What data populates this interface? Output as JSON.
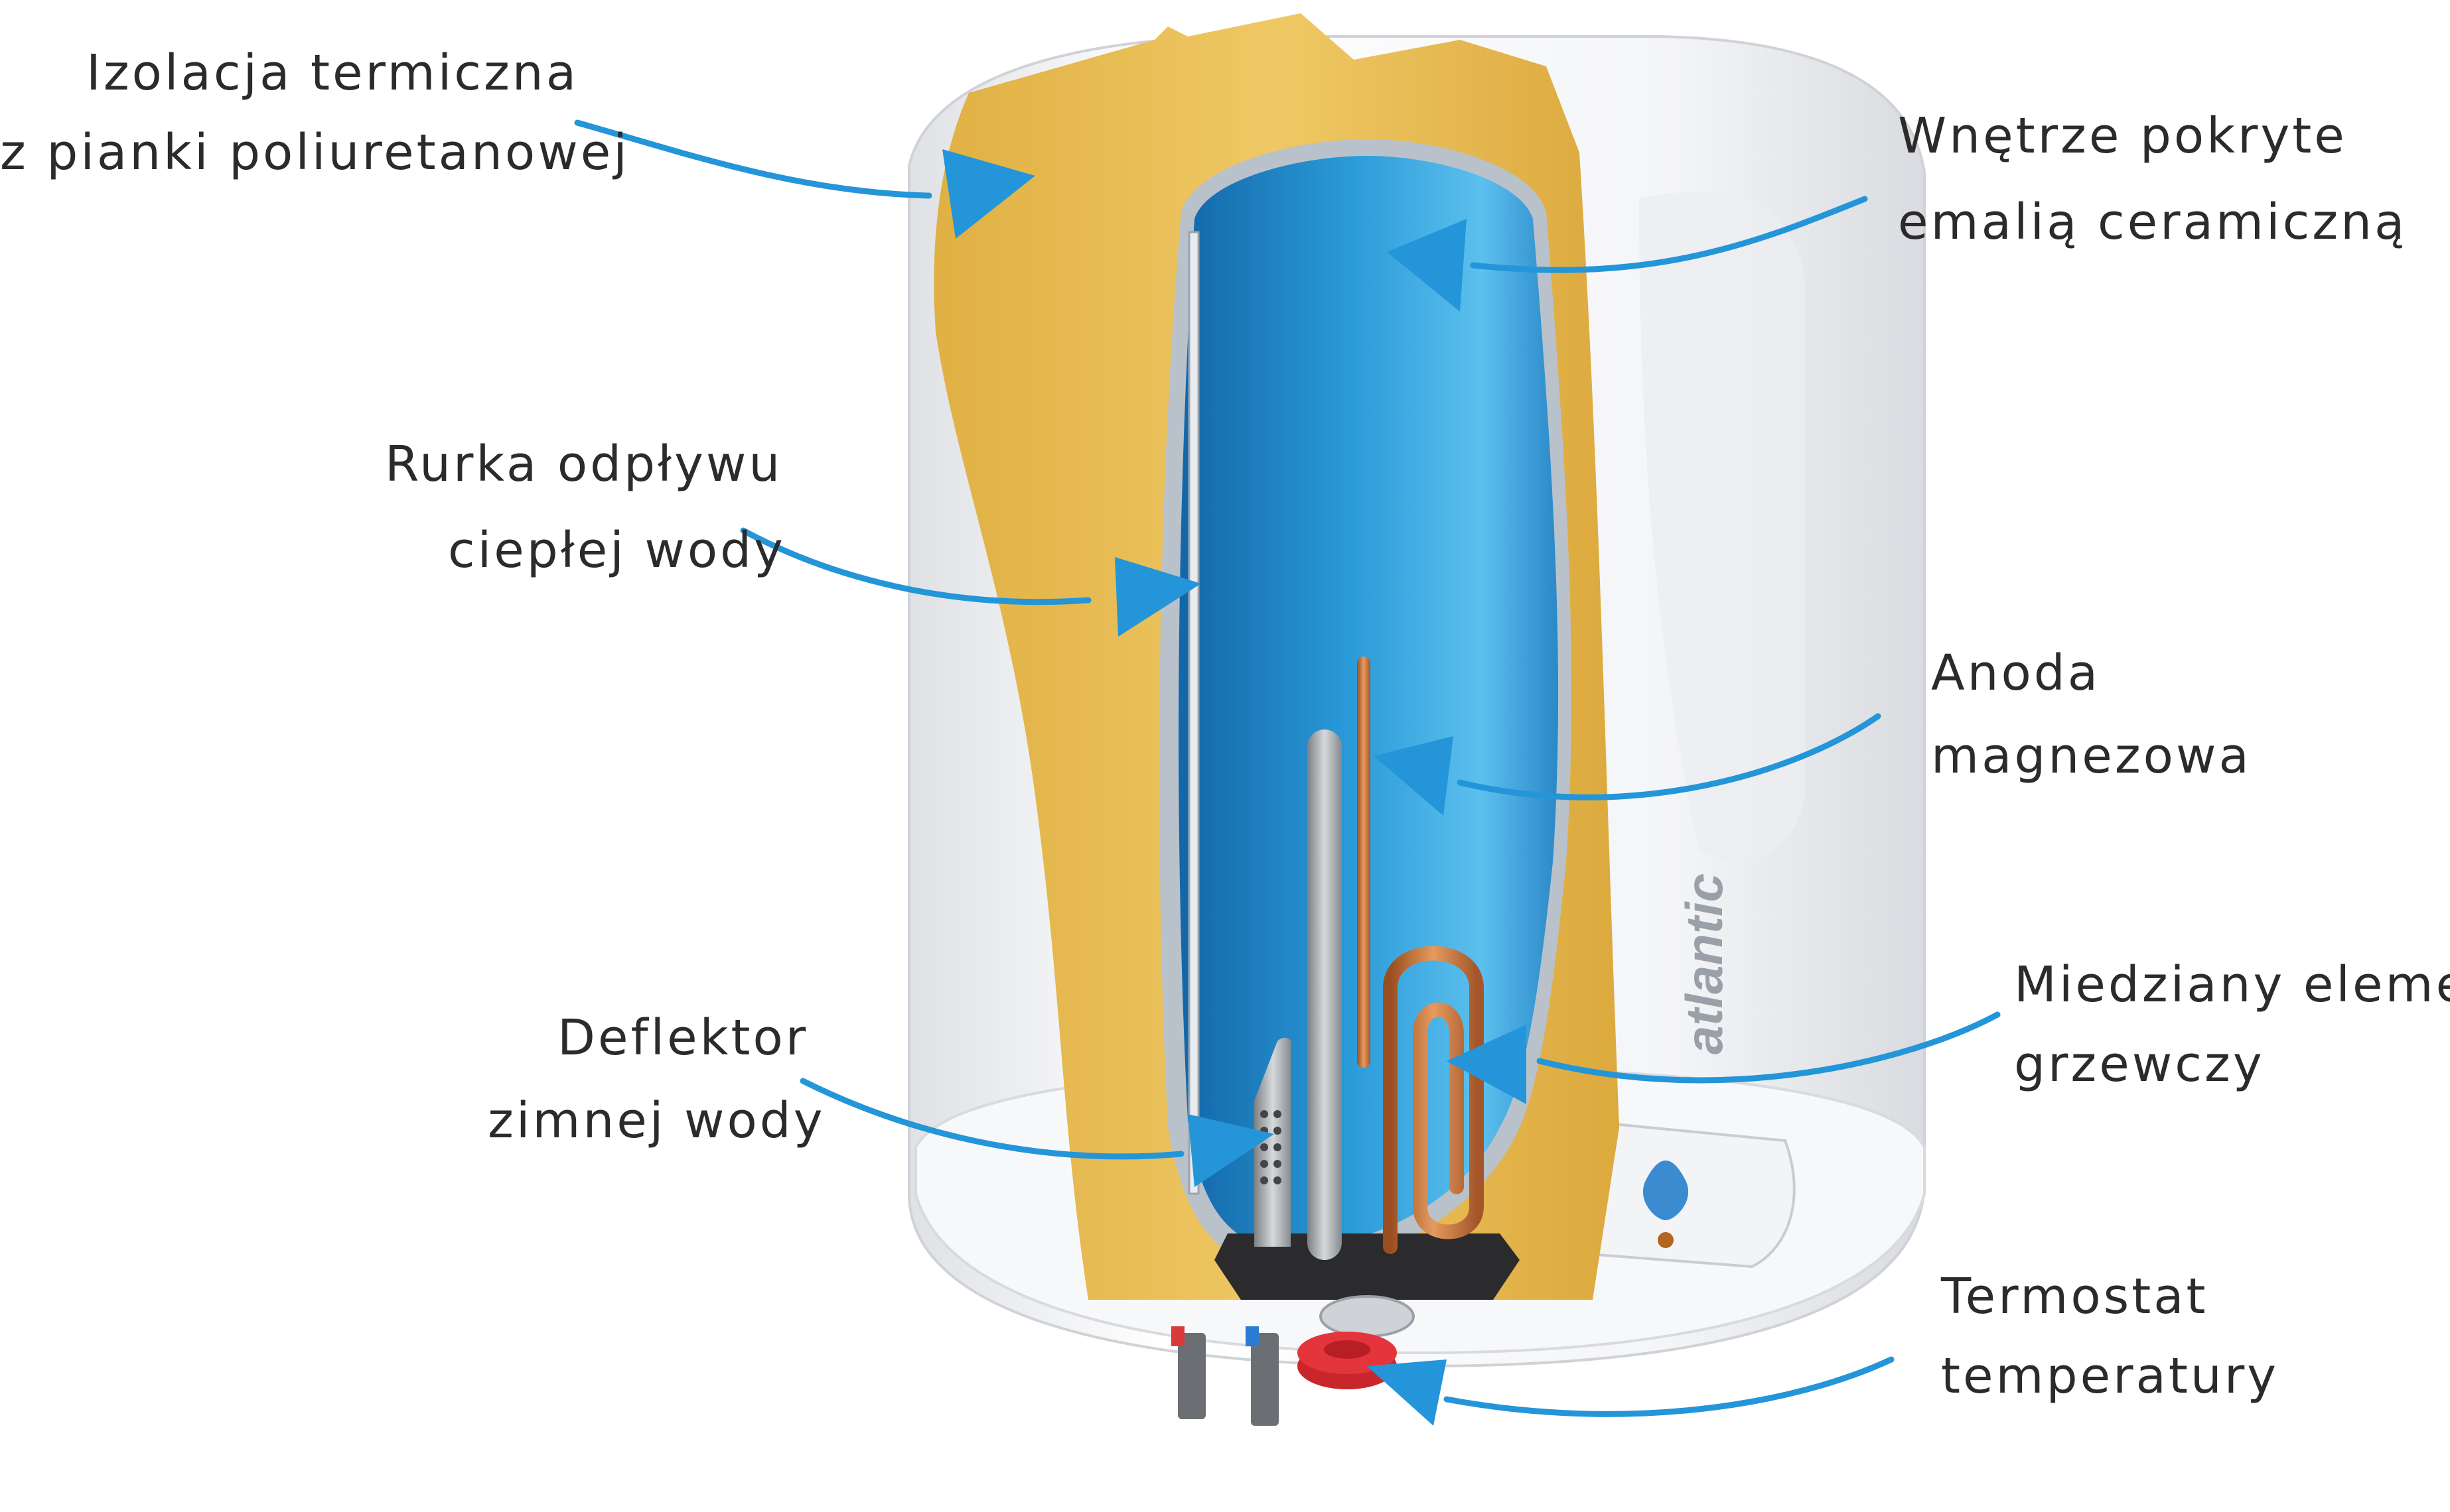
{
  "brand": "atlantic",
  "labels": {
    "insulation": [
      "Izolacja termiczna",
      "z pianki poliuretanowej"
    ],
    "enamel": [
      "Wnętrze pokryte",
      "emalią ceramiczną"
    ],
    "hot_pipe": [
      "Rurka odpływu",
      "ciepłej wody"
    ],
    "anode": [
      "Anoda",
      "magnezowa"
    ],
    "heater": [
      "Miedziany element",
      "grzewczy"
    ],
    "deflector": [
      "Deflektor",
      "zimnej wody"
    ],
    "thermostat": [
      "Termostat",
      "temperatury"
    ]
  },
  "colors": {
    "arrow": "#2495d8",
    "foam": "#e9c15a",
    "tank_blue": "#2a9ad8",
    "shell": "#f1f2f4",
    "copper": "#c8733a"
  }
}
